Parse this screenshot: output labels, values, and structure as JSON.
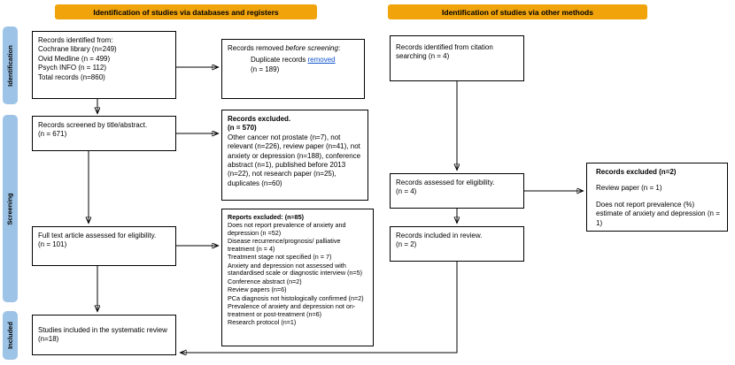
{
  "colors": {
    "header_bg": "#F0A30A",
    "stage_label_bg": "#9DC3E6",
    "link_color": "#1155CC"
  },
  "headers": {
    "databases": "Identification of studies via databases and registers",
    "other_methods": "Identification of studies via other methods"
  },
  "stages": {
    "identification": "Identification",
    "screening": "Screening",
    "included": "Included"
  },
  "boxes": {
    "records_identified": {
      "lines": [
        "Records identified from:",
        "Cochrane library (n=249)",
        "Ovid Medline (n = 499)",
        "Psych INFO (n = 112)",
        "Total records (n=860)"
      ]
    },
    "records_removed": {
      "prefix": "Records removed ",
      "italic": "before screening",
      "colon": ":",
      "dup_text": "Duplicate records ",
      "dup_link": "removed",
      "dup_count": "(n = 189)"
    },
    "records_screened": {
      "line1": "Records screened by title/abstract.",
      "line2": "(n = 671)"
    },
    "records_excluded": {
      "title": "Records excluded.",
      "count": "(n = 570)",
      "body": "Other cancer not prostate (n=7), not relevant (n=226), review paper (n=41), not anxiety or depression (n=188), conference abstract (n=1), published before 2013 (n=22), not research paper (n=25), duplicates (n=60)"
    },
    "full_text": {
      "line1": "Full text article assessed for eligibility.",
      "line2": "(n = 101)"
    },
    "reports_excluded": {
      "title": "Reports excluded: (n=85)",
      "items": [
        "Does not report prevalence of anxiety and depression (n =52)",
        "Disease recurrence/prognosis/ palliative treatment (n = 4)",
        "Treatment stage not specified (n = 7)",
        "Anxiety and depression not assessed with standardised scale or diagnostic interview (n=5)",
        "Conference abstract (n=2)",
        "Review papers (n=6)",
        "PCa diagnosis not histologically confirmed (n=2)",
        "Prevalence of anxiety and depression not on-treatment or post-treatment (n=6)",
        "Research protocol (n=1)"
      ]
    },
    "studies_included": {
      "text": "Studies included in the systematic review (n=18)"
    },
    "citation_search": {
      "text": "Records identified from citation searching (n = 4)"
    },
    "assessed_eligibility": {
      "line1": "Records assessed for eligibility.",
      "line2": "(n = 4)"
    },
    "records_excluded_other": {
      "title": "Records excluded (n=2)",
      "item1": "Review paper (n = 1)",
      "item2": "Does not report prevalence (%) estimate of anxiety and depression (n = 1)"
    },
    "included_review": {
      "line1": "Records included in review.",
      "line2": "(n = 2)"
    }
  }
}
